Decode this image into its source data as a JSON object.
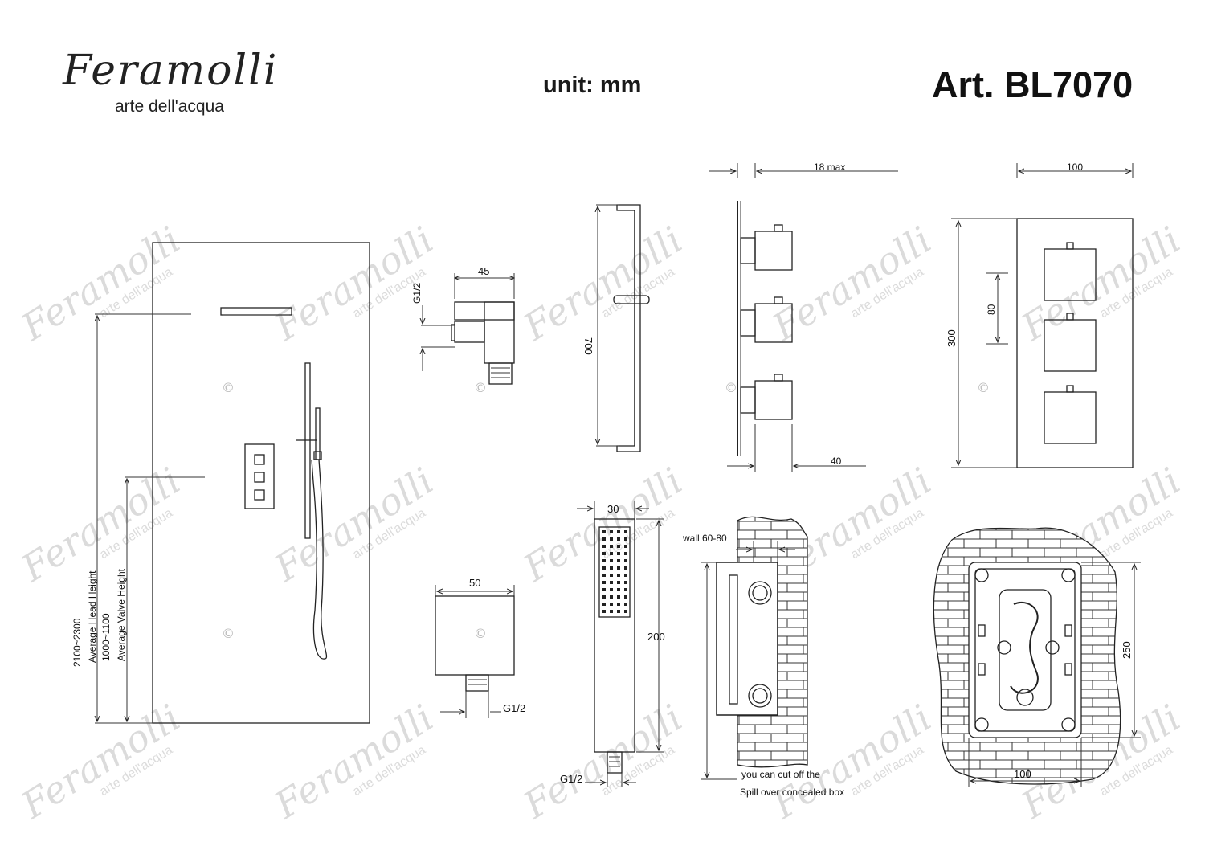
{
  "header": {
    "brand_name": "Feramolli",
    "brand_tagline": "arte dell'acqua",
    "unit": "unit: mm",
    "article": "Art. BL7070"
  },
  "dimensions": {
    "head_height_range": "2100~2300",
    "head_height_label": "Average Head Height",
    "valve_height_range": "1000~1100",
    "valve_height_label": "Average Valve Height",
    "elbow_width": "45",
    "elbow_thread": "G1/2",
    "rail_length": "700",
    "valve_depth_max": "18 max",
    "valve_knob_depth": "40",
    "plate_width": "100",
    "plate_height": "300",
    "knob_spacing": "80",
    "outlet_width": "50",
    "outlet_thread": "G1/2",
    "hand_shower_width": "30",
    "hand_shower_length": "200",
    "hand_shower_thread": "G1/2",
    "wall_range": "wall 60-80",
    "box_note_1": "you can cut off the",
    "box_note_2": "Spill over concealed box",
    "box_height": "250",
    "box_width": "100"
  },
  "watermark": {
    "brand": "Feramolli",
    "tagline": "arte dell'acqua",
    "copyright_symbol": "©"
  }
}
